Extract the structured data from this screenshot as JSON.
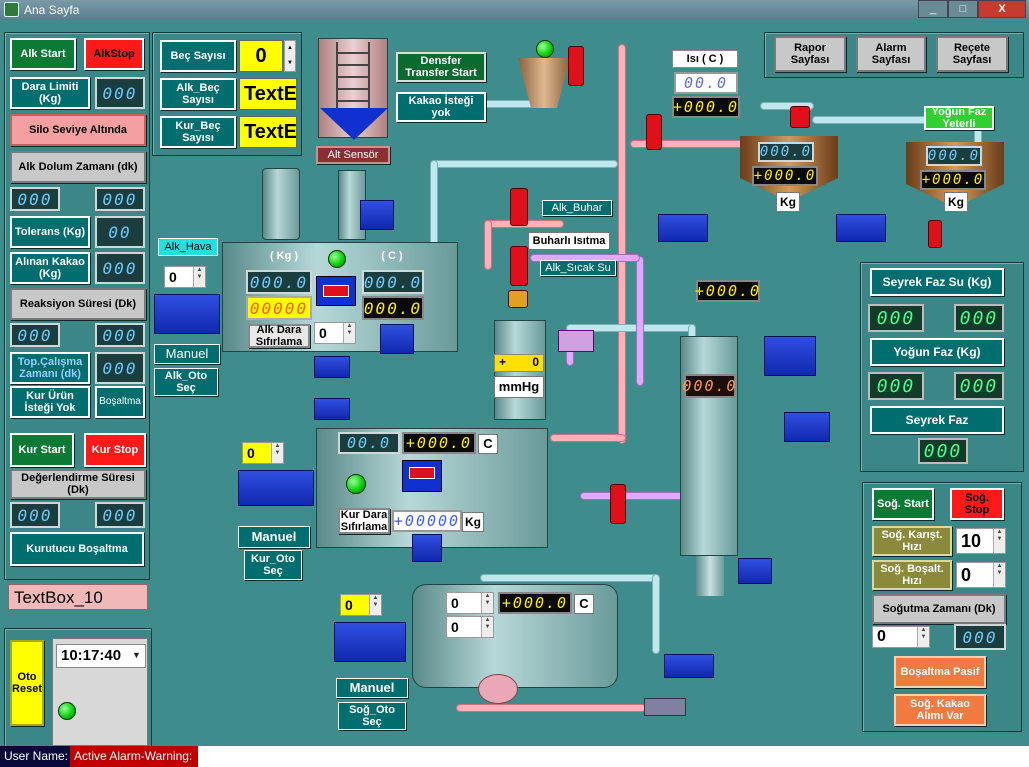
{
  "window": {
    "title": "Ana Sayfa",
    "controls": [
      "_",
      "□",
      "X"
    ]
  },
  "left_panel": {
    "alk_start": "Alk Start",
    "alk_stop": "AlkStop",
    "dara_limiti": "Dara Limiti (Kg)",
    "dara_limiti_val": "000",
    "silo_seviye": "Silo Seviye Altında",
    "alk_dolum": "Alk Dolum Zamanı (dk)",
    "alk_dolum_a": "000",
    "alk_dolum_b": "000",
    "tolerans": "Tolerans (Kg)",
    "tolerans_val": "00",
    "alinan_kakao": "Alınan Kakao (Kg)",
    "alinan_kakao_val": "000",
    "reaksiyon": "Reaksiyon Süresi (Dk)",
    "reaksiyon_a": "000",
    "reaksiyon_b": "000",
    "top_calisma": "Top.Çalışma Zamanı (dk)",
    "top_calisma_val": "000",
    "kur_urun": "Kur Ürün İsteği Yok",
    "bosaltma": "Boşaltma",
    "kur_start": "Kur Start",
    "kur_stop": "Kur Stop",
    "degerlendirme": "Değerlendirme Süresi (Dk)",
    "deg_a": "000",
    "deg_b": "000",
    "kurutucu": "Kurutucu Boşaltma",
    "textbox": "TextBox_10",
    "oto_reset": "Oto Reset",
    "clock": "10:17:40"
  },
  "counters": {
    "bec_sayisi": "Beç Sayısı",
    "bec_val": "0",
    "alk_bec": "Alk_Beç Sayısı",
    "alk_bec_val": "TextE",
    "kur_bec": "Kur_Beç Sayısı",
    "kur_bec_val": "TextE"
  },
  "process": {
    "alt_sensor": "Alt Sensör",
    "densfer": "Densfer Transfer Start",
    "kakao_istegi": "Kakao İsteği yok",
    "isi_label": "Isı ( C )",
    "isi_val": "00.0",
    "isi_val2": "+000.0",
    "yogun_faz_yeterli": "Yoğun Faz Yeterli",
    "tank1_a": "000.0",
    "tank1_b": "+000.0",
    "tank2_a": "000.0",
    "tank2_b": "+000.0",
    "kg": "Kg",
    "alk_buhar": "Alk_Buhar",
    "buharli_isitma": "Buharlı Isıtma",
    "alk_sicak_su": "Alk_Sıcak Su",
    "alk_hava": "Alk_Hava",
    "alk_hava_val": "0",
    "reactor_kg": "( Kg )",
    "reactor_c": "( C )",
    "reactor_kg_val": "000.0",
    "reactor_c_val": "000.0",
    "reactor_c_val2": "000.0",
    "reactor_yellow": "00000",
    "alk_dara": "Alk Dara Sıfırlama",
    "alk_dara_val": "0",
    "manuel1": "Manuel",
    "alk_oto": "Alk_Oto Seç",
    "mmhg": "mmHg",
    "mmhg_plus": "+",
    "mmhg_val": "0",
    "col_lcd": "+000.0",
    "col_orange": "000.0",
    "kur_val": "0",
    "dryer_a": "00.0",
    "dryer_b": "+000.0",
    "dryer_c": "C",
    "kur_dara": "Kur Dara Sıfırlama",
    "kur_dara_val": "+00000",
    "kur_kg": "Kg",
    "manuel2": "Manuel",
    "kur_oto": "Kur_Oto Seç",
    "cooler_val": "0",
    "cooler_a": "0",
    "cooler_b": "+000.0",
    "cooler_c": "C",
    "cooler_d": "0",
    "manuel3": "Manuel",
    "sog_oto": "Soğ_Oto Seç"
  },
  "top_right": {
    "rapor": "Rapor Sayfası",
    "alarm": "Alarm Sayfası",
    "recete": "Reçete Sayfası"
  },
  "right_panel": {
    "seyrek_su": "Seyrek Faz Su (Kg)",
    "seyrek_su_a": "000",
    "seyrek_su_b": "000",
    "yogun_faz": "Yoğun Faz (Kg)",
    "yogun_a": "000",
    "yogun_b": "000",
    "seyrek_faz": "Seyrek Faz",
    "seyrek_val": "000"
  },
  "sog_panel": {
    "sog_start": "Soğ. Start",
    "sog_stop": "Soğ. Stop",
    "kanst": "Soğ. Karışt. Hızı",
    "kanst_val": "10",
    "bosalt": "Soğ. Boşalt. Hızı",
    "bosalt_val": "0",
    "zaman": "Soğutma Zamanı (Dk)",
    "zaman_val": "0",
    "zaman_lcd": "000",
    "bosaltma_pasif": "Boşaltma Pasif",
    "kakao_alimi": "Soğ. Kakao Alımı Var"
  },
  "status": {
    "user": "User Name:",
    "alarm": "Active Alarm-Warning:"
  }
}
